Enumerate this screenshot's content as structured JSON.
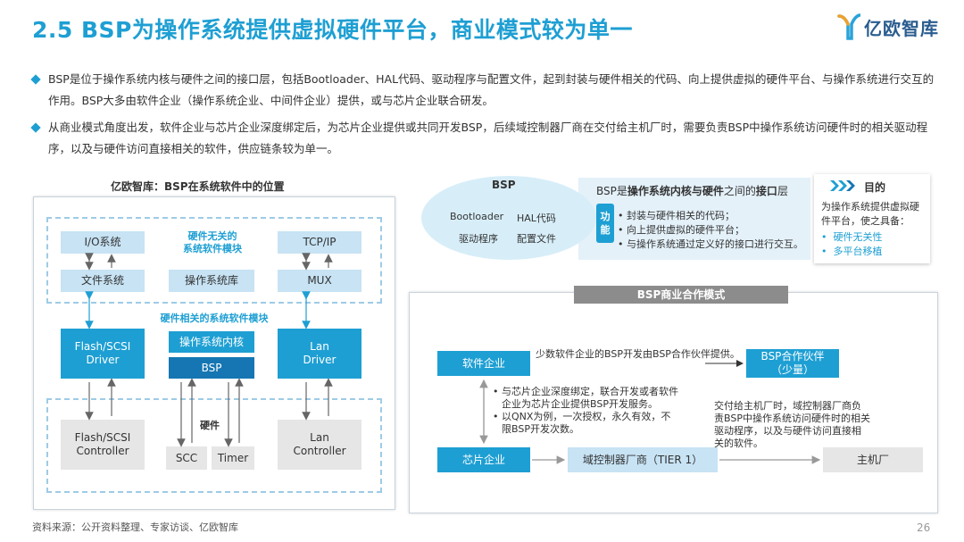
{
  "header": {
    "title": "2.5 BSP为操作系统提供虚拟硬件平台，商业模式较为单一",
    "logo_text": "亿欧智库"
  },
  "bullets": [
    "BSP是位于操作系统内核与硬件之间的接口层，包括Bootloader、HAL代码、驱动程序与配置文件，起到封装与硬件相关的代码、向上提供虚拟的硬件平台、与操作系统进行交互的作用。BSP大多由软件企业（操作系统企业、中间件企业）提供，或与芯片企业联合研发。",
    "从商业模式角度出发，软件企业与芯片企业深度绑定后，为芯片企业提供或共同开发BSP，后续域控制器厂商在交付给主机厂时，需要负责BSP中操作系统访问硬件时的相关驱动程序，以及与硬件访问直接相关的软件，供应链条较为单一。"
  ],
  "left_diagram": {
    "caption": "亿欧智库：BSP在系统软件中的位置",
    "io": "I/O系统",
    "fs": "文件系统",
    "hw_indep_label": "硬件无关的\n系统软件模块",
    "os_lib": "操作系统库",
    "tcpip": "TCP/IP",
    "mux": "MUX",
    "hw_rel_label": "硬件相关的系统软件模块",
    "flash_driver": "Flash/SCSI\nDriver",
    "os_kernel": "操作系统内核",
    "bsp": "BSP",
    "lan_driver": "Lan\nDriver",
    "hw_label": "硬件",
    "flash_ctrl": "Flash/SCSI\nController",
    "scc": "SCC",
    "timer": "Timer",
    "lan_ctrl": "Lan\nController"
  },
  "bsp_panel": {
    "label": "BSP",
    "items": [
      "Bootloader",
      "HAL代码",
      "驱动程序",
      "配置文件"
    ],
    "func_tag": "功能",
    "head_prefix": "BSP是",
    "head_bold1": "操作系统内核与硬件",
    "head_mid": "之间的",
    "head_bold2": "接口",
    "head_suffix": "层",
    "functions": [
      "封装与硬件相关的代码；",
      "向上提供虚拟的硬件平台；",
      "与操作系统通过定义好的接口进行交互。"
    ],
    "goal_title": "目的",
    "goal_text": "为操作系统提供虚拟硬件平台，使之具备：",
    "goal_items": [
      "硬件无关性",
      "多平台移植"
    ]
  },
  "business_model": {
    "caption": "BSP商业合作模式",
    "software": "软件企业",
    "partner": "BSP合作伙伴\n（少量）",
    "top_note": "少数软件企业的BSP开发由BSP合作伙伴提供。",
    "mid_notes": [
      "与芯片企业深度绑定，联合开发或者软件企业为芯片企业提供BSP开发服务。",
      "以QNX为例，一次授权，永久有效，不限BSP开发次数。"
    ],
    "right_note": "交付给主机厂时，域控制器厂商负责BSP中操作系统访问硬件时的相关驱动程序，以及与硬件访问直接相关的软件。",
    "chip": "芯片企业",
    "domain_ctrl": "域控制器厂商（TIER 1）",
    "oem": "主机厂"
  },
  "footer": {
    "source": "资料来源：公开资料整理、专家访谈、亿欧智库",
    "page": "26"
  },
  "colors": {
    "accent": "#1e9fd3",
    "dark_blue": "#1576b3",
    "light_blue": "#c7e3f4",
    "gray": "#8c8c8c"
  }
}
